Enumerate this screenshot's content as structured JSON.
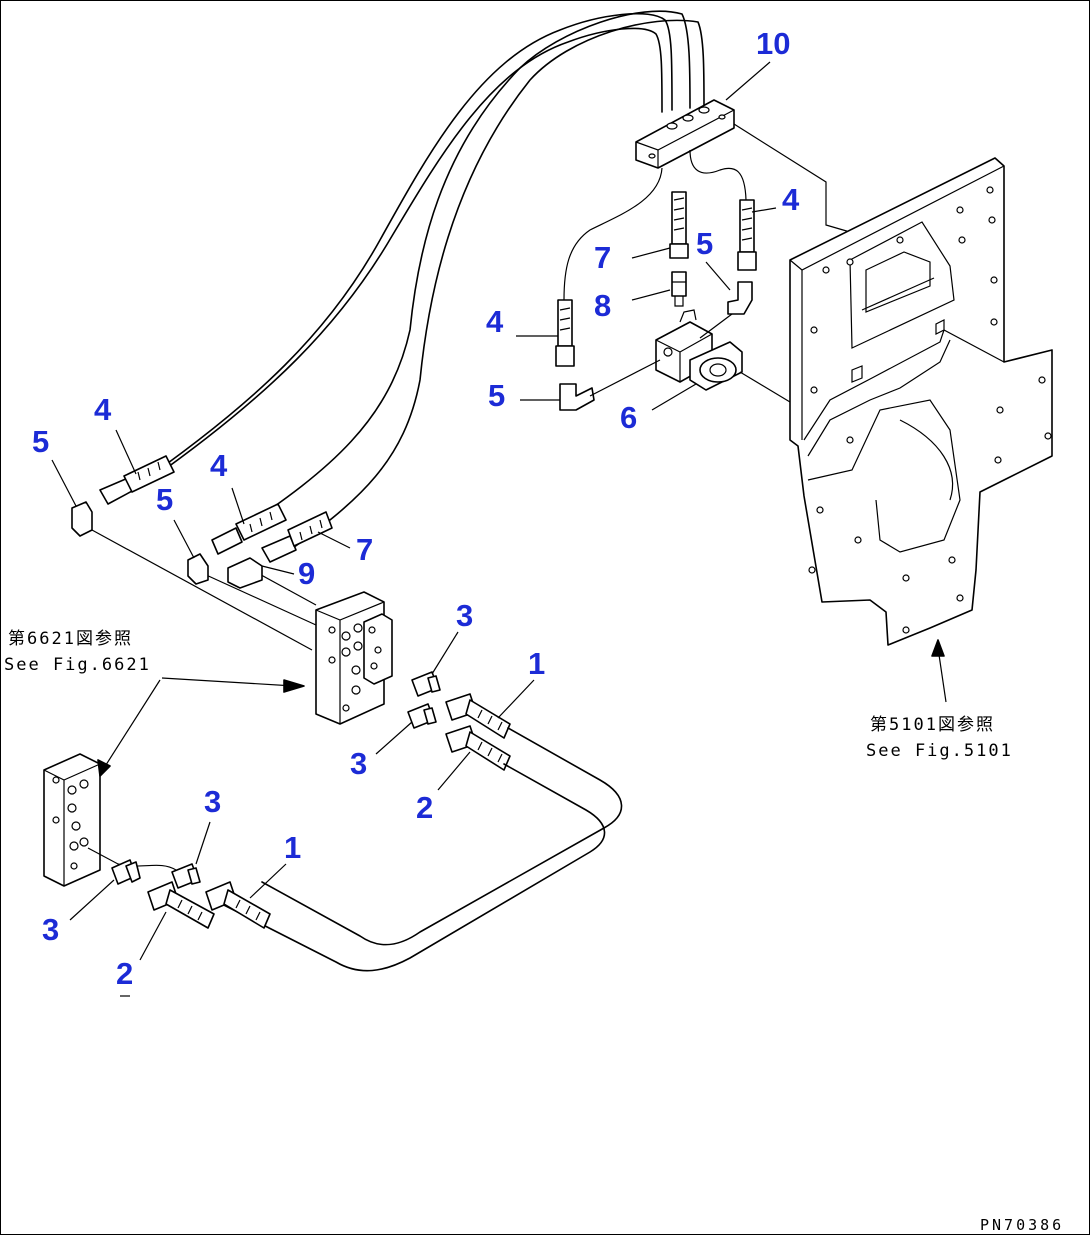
{
  "drawing_code": "PN70386",
  "callouts": [
    {
      "id": "c10",
      "text": "10"
    },
    {
      "id": "c4a",
      "text": "4"
    },
    {
      "id": "c5a",
      "text": "5"
    },
    {
      "id": "c7a",
      "text": "7"
    },
    {
      "id": "c8",
      "text": "8"
    },
    {
      "id": "c4b",
      "text": "4"
    },
    {
      "id": "c5b",
      "text": "5"
    },
    {
      "id": "c6",
      "text": "6"
    },
    {
      "id": "c5c",
      "text": "5"
    },
    {
      "id": "c4c",
      "text": "4"
    },
    {
      "id": "c5d",
      "text": "5"
    },
    {
      "id": "c4d",
      "text": "4"
    },
    {
      "id": "c7b",
      "text": "7"
    },
    {
      "id": "c9",
      "text": "9"
    },
    {
      "id": "c3a",
      "text": "3"
    },
    {
      "id": "c1a",
      "text": "1"
    },
    {
      "id": "c3b",
      "text": "3"
    },
    {
      "id": "c2a",
      "text": "2"
    },
    {
      "id": "c3c",
      "text": "3"
    },
    {
      "id": "c1b",
      "text": "1"
    },
    {
      "id": "c3d",
      "text": "3"
    },
    {
      "id": "c2b",
      "text": "2"
    }
  ],
  "references": {
    "fig6621_jp": "第6621図参照",
    "fig6621_en": "See Fig.6621",
    "fig5101_jp": "第5101図参照",
    "fig5101_en": "See Fig.5101"
  }
}
